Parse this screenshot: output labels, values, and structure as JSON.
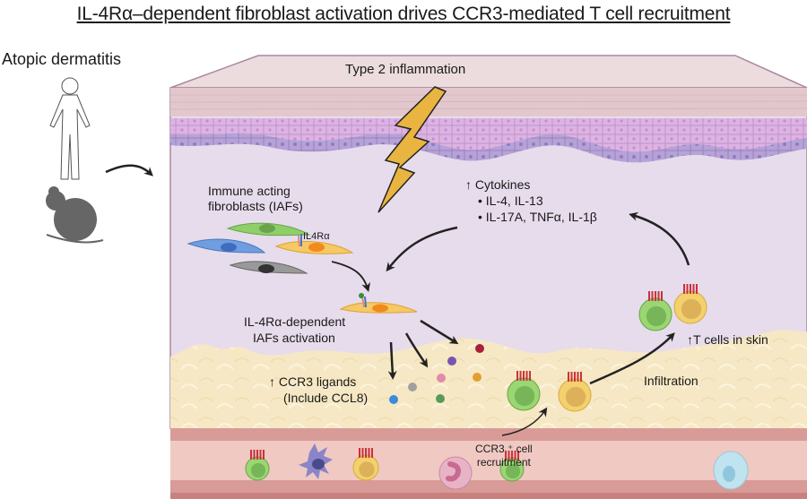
{
  "title": "IL-4Rα–dependent fibroblast activation drives CCR3-mediated T cell recruitment",
  "left_panel": {
    "label": "Atopic dermatitis",
    "icons": [
      "human-figure-icon",
      "mouse-icon"
    ]
  },
  "skin": {
    "trigger_label": "Type 2 inflammation",
    "iafs_label_line1": "Immune acting",
    "iafs_label_line2": "fibroblasts (IAFs)",
    "receptor_label": "IL4Rα",
    "activation_label_line1": "IL-4Rα-dependent",
    "activation_label_line2": "IAFs activation",
    "cytokines": {
      "heading": "↑ Cytokines",
      "items": [
        "IL-4, IL-13",
        "IL-17A, TNFα, IL-1β"
      ]
    },
    "ligands_label_line1": "↑  CCR3 ligands",
    "ligands_label_line2": "(Include CCL8)",
    "infiltration_label": "Infiltration",
    "tcells_label": "↑T cells in skin",
    "recruitment_label_line1": "CCR3 ⁺ cell",
    "recruitment_label_line2": "recruitment"
  },
  "colors": {
    "epidermis_top": "#e9d6d8",
    "epidermis_cells": "#dcb3e3",
    "basal_cells": "#b6a2d6",
    "dermis": "#e7dcec",
    "fat": "#f6e8c4",
    "vessel": "#efc9c2",
    "vessel_wall": "#dea39f",
    "bolt": "#e9b440",
    "fib_green": "#8fcf6a",
    "fib_blue": "#6f9ee0",
    "fib_gray": "#888888",
    "fib_orange": "#f5c965",
    "tcell_green": "#9ad672",
    "tcell_yellow": "#f3d16c",
    "receptor_red": "#c8323c"
  }
}
